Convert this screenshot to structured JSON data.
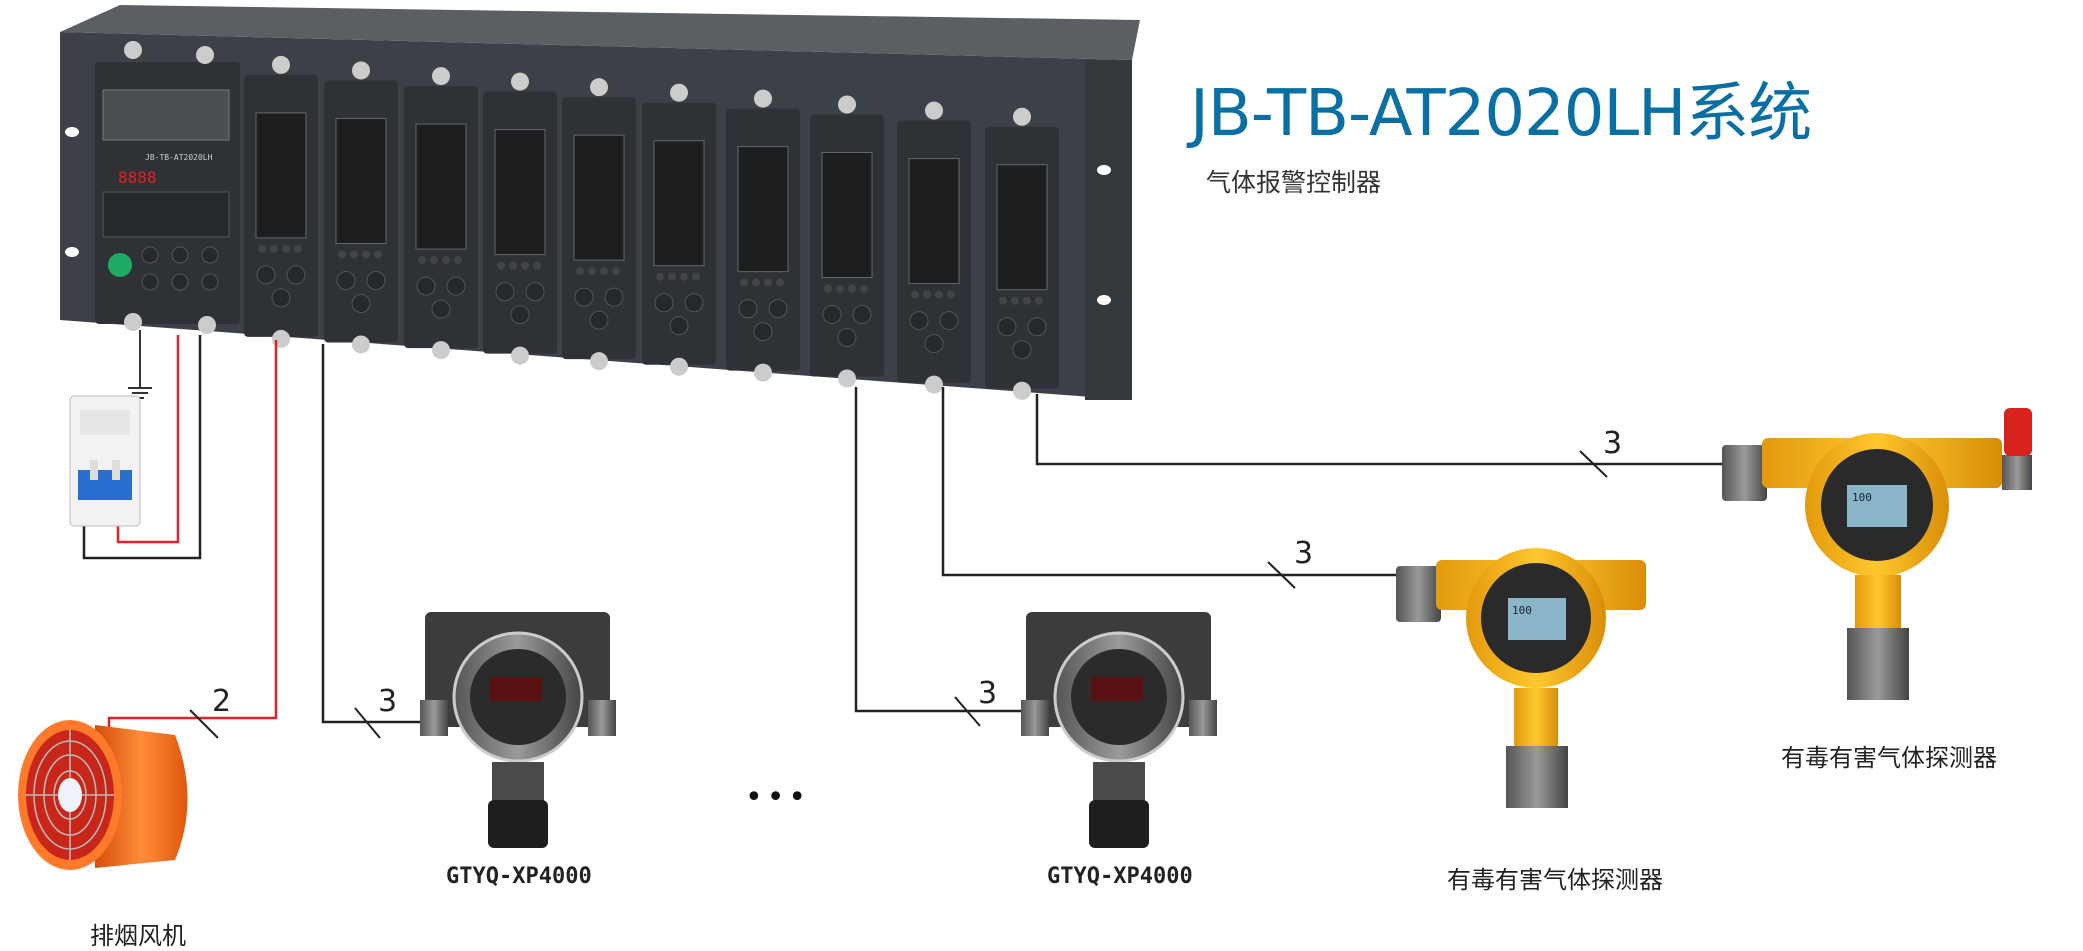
{
  "title": "JB-TB-AT2020LH系统",
  "subtitle": "气体报警控制器",
  "controller": {
    "panel_label": "JB-TB-AT2020LH",
    "segment_display": "8888",
    "module_count": 10
  },
  "devices": {
    "fan": {
      "label": "排烟风机",
      "wire_count": "2"
    },
    "detector_1": {
      "label": "GTYQ-XP4000",
      "wire_count": "3"
    },
    "ellipsis": "•••",
    "detector_2": {
      "label": "GTYQ-XP4000",
      "wire_count": "3"
    },
    "toxic_detector_1": {
      "label": "有毒有害气体探测器",
      "wire_count": "3",
      "reading": "100"
    },
    "toxic_detector_2": {
      "label": "有毒有害气体探测器",
      "wire_count": "3",
      "reading": "100"
    }
  },
  "colors": {
    "title": "#0a6fa3",
    "panel": "#3a3f44",
    "wire_red": "#e0202a",
    "wire_black": "#222222",
    "fan": "#f26a1b",
    "detector_yellow": "#f5b21a"
  }
}
